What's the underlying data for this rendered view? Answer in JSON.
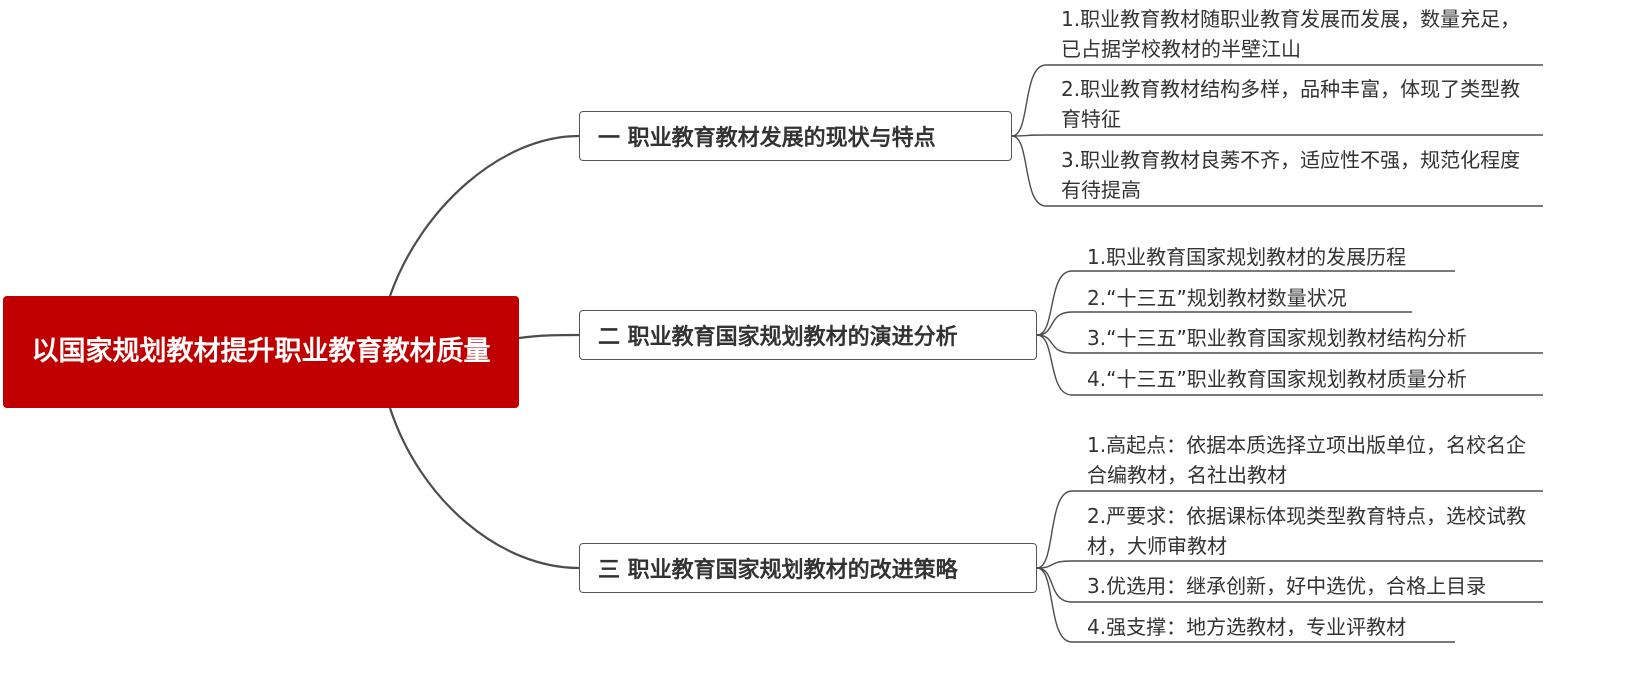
{
  "root": {
    "title": "以国家规划教材提升职业教育教材质量",
    "color": "#c00000"
  },
  "branches": [
    {
      "label": "一 职业教育教材发展的现状与特点",
      "children": [
        "1.职业教育教材随职业教育发展而发展，数量充足，已占据学校教材的半壁江山",
        "2.职业教育教材结构多样，品种丰富，体现了类型教育特征",
        "3.职业教育教材良莠不齐，适应性不强，规范化程度有待提高"
      ]
    },
    {
      "label": "二 职业教育国家规划教材的演进分析",
      "children": [
        "1.职业教育国家规划教材的发展历程",
        "2.“十三五”规划教材数量状况",
        "3.“十三五”职业教育国家规划教材结构分析",
        "4.“十三五”职业教育国家规划教材质量分析"
      ]
    },
    {
      "label": "三 职业教育国家规划教材的改进策略",
      "children": [
        "1.高起点：依据本质选择立项出版单位，名校名企合编教材，名社出教材",
        "2.严要求：依据课标体现类型教育特点，选校试教材，大师审教材",
        "3.优选用：继承创新，好中选优，合格上目录",
        "4.强支撑：地方选教材，专业评教材"
      ]
    }
  ]
}
